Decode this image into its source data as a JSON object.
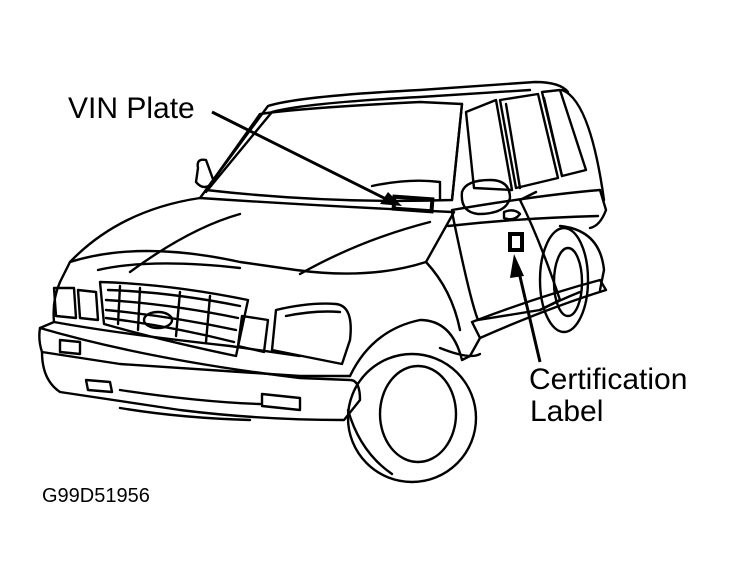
{
  "callouts": {
    "vin_plate": "VIN Plate",
    "certification_line1": "Certification",
    "certification_line2": "Label"
  },
  "figure_code": "G99D51956"
}
